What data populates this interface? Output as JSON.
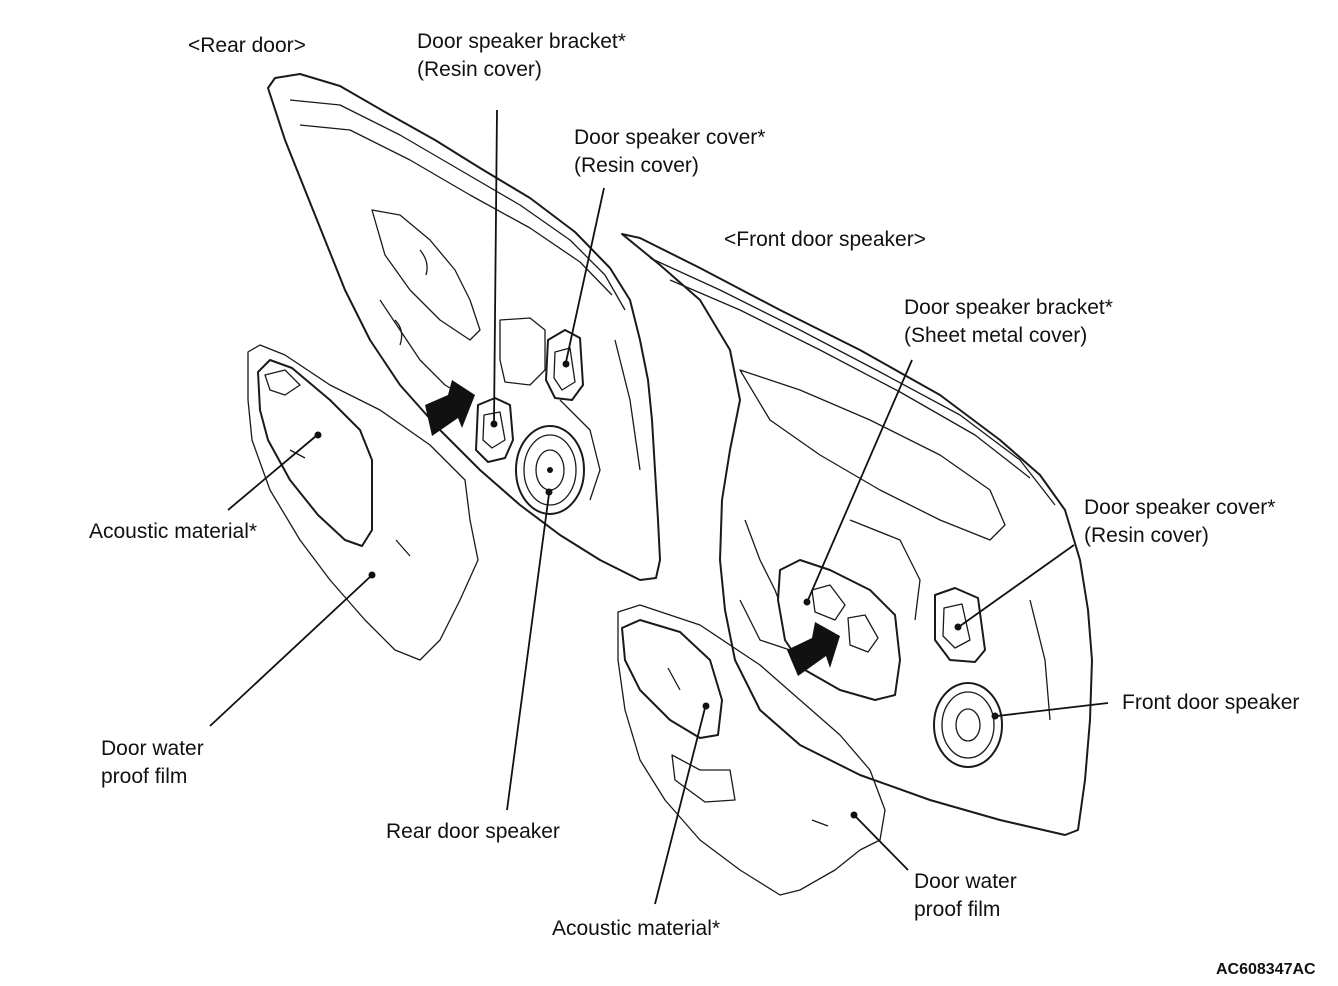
{
  "labels": {
    "rear_door": "<Rear door>",
    "front_door_speaker": "<Front door speaker>",
    "rear_bracket_line1": "Door speaker bracket*",
    "rear_bracket_line2": "(Resin cover)",
    "rear_cover_line1": "Door speaker cover*",
    "rear_cover_line2": "(Resin cover)",
    "front_bracket_line1": "Door speaker bracket*",
    "front_bracket_line2": "(Sheet metal cover)",
    "front_cover_line1": "Door speaker cover*",
    "front_cover_line2": "(Resin cover)",
    "rear_acoustic": "Acoustic material*",
    "rear_film_line1": "Door water",
    "rear_film_line2": "proof film",
    "rear_speaker": "Rear door speaker",
    "front_speaker": "Front door speaker",
    "front_acoustic": "Acoustic material*",
    "front_film_line1": "Door water",
    "front_film_line2": "proof film"
  },
  "figure_code": "AC608347AC"
}
